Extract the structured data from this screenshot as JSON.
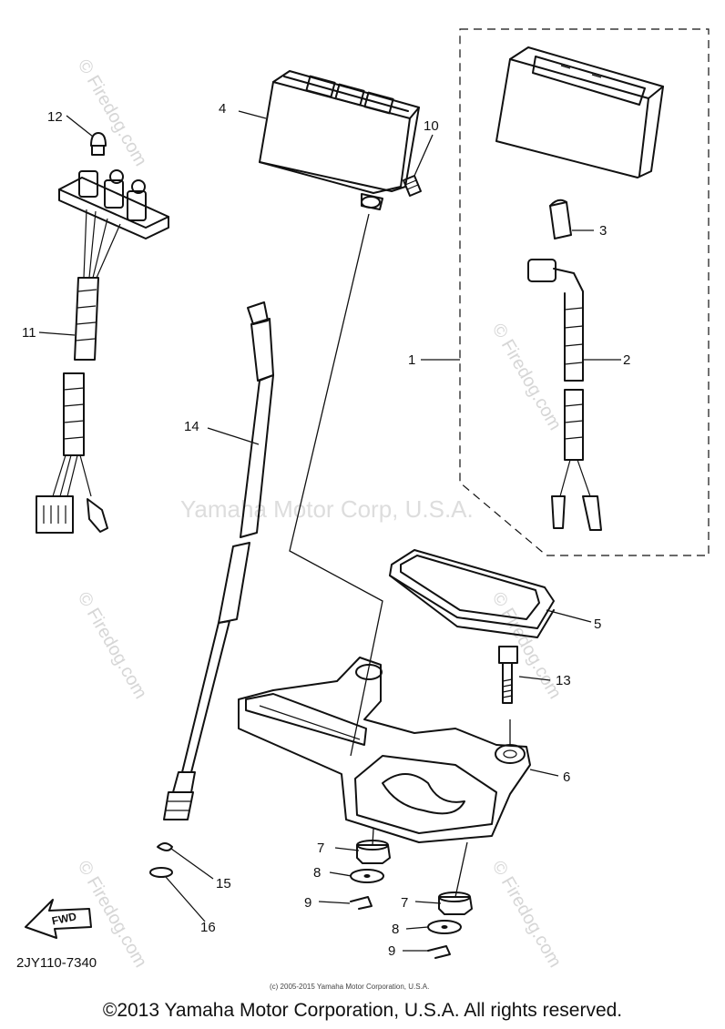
{
  "watermark": {
    "main": "Yamaha Motor Corp, U.S.A.",
    "site": "© Firedog.com"
  },
  "part_labels": [
    "1",
    "2",
    "3",
    "4",
    "5",
    "6",
    "7",
    "7",
    "8",
    "8",
    "9",
    "9",
    "10",
    "11",
    "12",
    "13",
    "14",
    "15",
    "16"
  ],
  "fwd_label": "FWD",
  "diagram_code": "2JY110-7340",
  "small_copyright": "(c) 2005-2015 Yamaha Motor Corporation, U.S.A.",
  "footer_copyright": "©2013 Yamaha Motor Corporation, U.S.A. All rights reserved."
}
